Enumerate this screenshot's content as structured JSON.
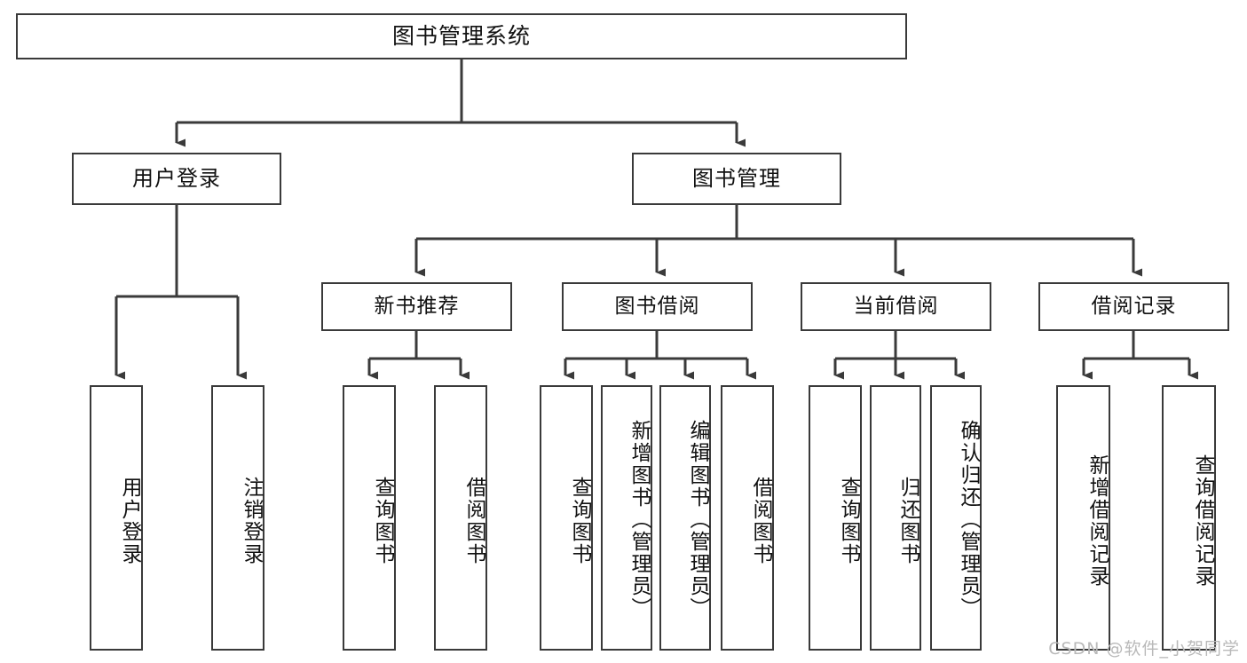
{
  "diagram": {
    "type": "tree-hierarchy-chart",
    "title": "图书管理系统",
    "watermark": "CSDN @软件_小贺同学",
    "colors": {
      "stroke": "#3a3a3a",
      "fill": "#ffffff",
      "text": "#111111",
      "watermark": "#b9b9b9"
    },
    "root": {
      "label": "图书管理系统"
    },
    "level2": [
      {
        "id": "user-login",
        "label": "用户登录"
      },
      {
        "id": "book-manage",
        "label": "图书管理"
      }
    ],
    "level3": [
      {
        "id": "new-book-rec",
        "label": "新书推荐"
      },
      {
        "id": "book-borrow",
        "label": "图书借阅"
      },
      {
        "id": "current-borrow",
        "label": "当前借阅"
      },
      {
        "id": "borrow-record",
        "label": "借阅记录"
      }
    ],
    "leaves": {
      "user_login": [
        {
          "id": "leaf-user-login",
          "label": "用户登录"
        },
        {
          "id": "leaf-logout-login",
          "label": "注销登录"
        }
      ],
      "new_book_rec": [
        {
          "id": "leaf-query-book-1",
          "label": "查询图书"
        },
        {
          "id": "leaf-borrow-book-1",
          "label": "借阅图书"
        }
      ],
      "book_borrow": [
        {
          "id": "leaf-query-book-2",
          "label": "查询图书"
        },
        {
          "id": "leaf-add-book",
          "label": "新增图书（管理员）"
        },
        {
          "id": "leaf-edit-book",
          "label": "编辑图书（管理员）"
        },
        {
          "id": "leaf-borrow-book-2",
          "label": "借阅图书"
        }
      ],
      "current_borrow": [
        {
          "id": "leaf-query-book-3",
          "label": "查询图书"
        },
        {
          "id": "leaf-return-book",
          "label": "归还图书"
        },
        {
          "id": "leaf-confirm-return",
          "label": "确认归还（管理员）"
        }
      ],
      "borrow_record": [
        {
          "id": "leaf-add-record",
          "label": "新增借阅记录"
        },
        {
          "id": "leaf-query-record",
          "label": "查询借阅记录"
        }
      ]
    }
  }
}
